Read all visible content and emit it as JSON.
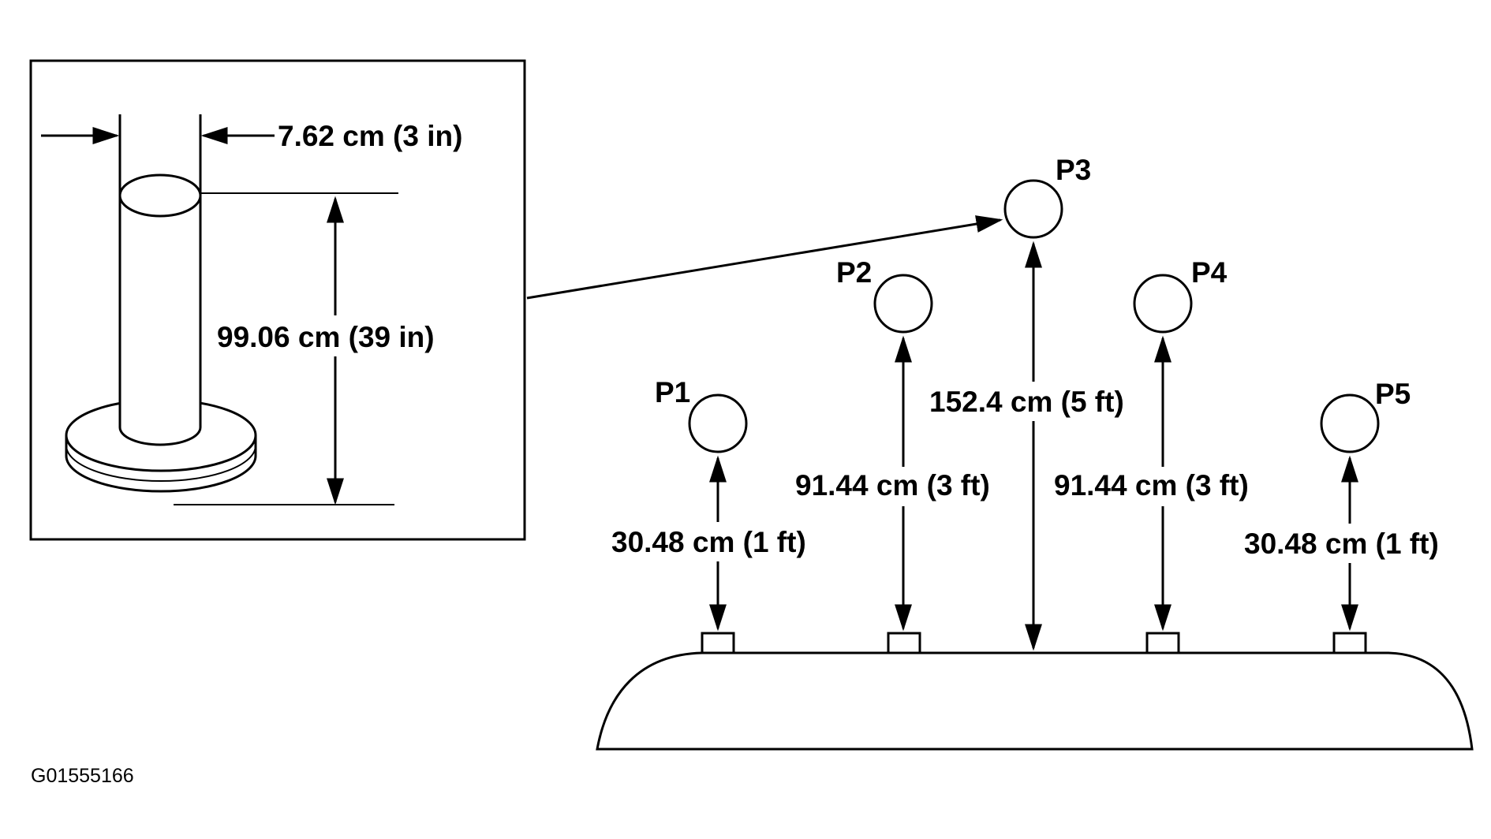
{
  "inset": {
    "width_label": "7.62 cm (3 in)",
    "height_label": "99.06 cm (39 in)"
  },
  "points": [
    {
      "label": "P1",
      "distance_label": "30.48 cm (1 ft)"
    },
    {
      "label": "P2",
      "distance_label": "91.44 cm (3 ft)"
    },
    {
      "label": "P3",
      "distance_label": "152.4 cm (5 ft)"
    },
    {
      "label": "P4",
      "distance_label": "91.44 cm (3 ft)"
    },
    {
      "label": "P5",
      "distance_label": "30.48 cm (1 ft)"
    }
  ],
  "figure_code": "G01555166"
}
